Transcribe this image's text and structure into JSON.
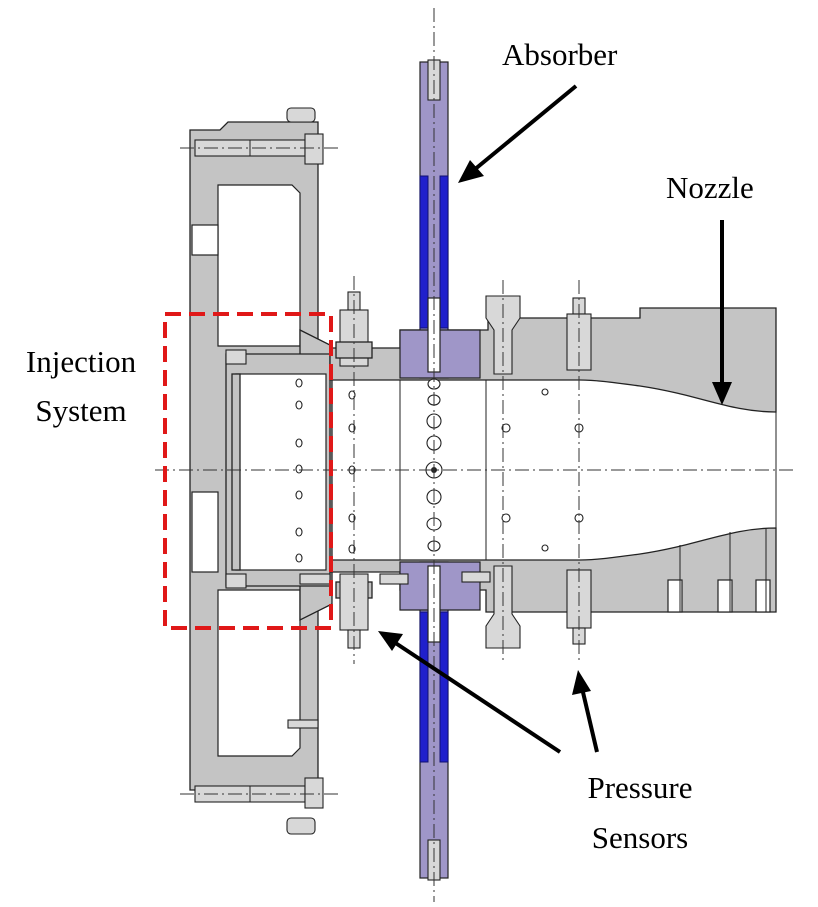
{
  "labels": {
    "absorber": "Absorber",
    "nozzle": "Nozzle",
    "injection_line1": "Injection",
    "injection_line2": "System",
    "pressure_line1": "Pressure",
    "pressure_line2": "Sensors"
  },
  "colors": {
    "metal": "#c4c4c4",
    "absorber": "#9f96c8",
    "absorber_liner": "#2020cc",
    "injection_box": "#e01818",
    "arrows": "#000000"
  }
}
